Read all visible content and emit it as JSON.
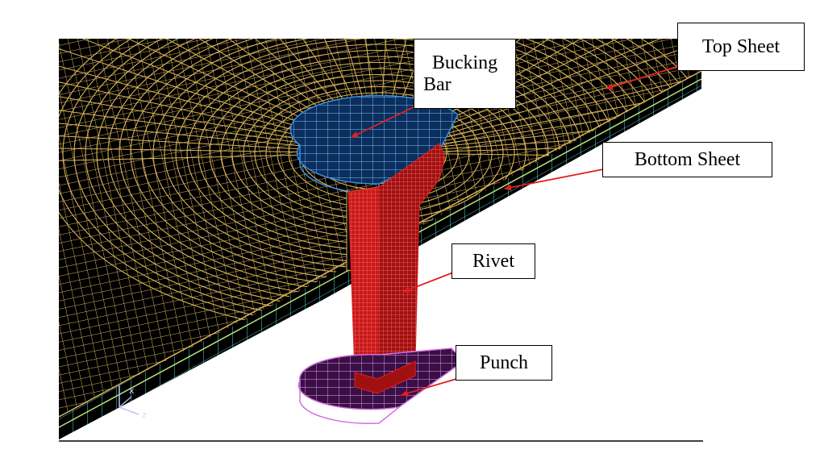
{
  "labels": {
    "top_sheet": "Top Sheet",
    "bucking_bar_line1": "Bucking",
    "bucking_bar_line2": "Bar",
    "bottom_sheet": "Bottom Sheet",
    "rivet": "Rivet",
    "punch": "Punch"
  },
  "axis": {
    "z": "z",
    "x": "x"
  },
  "colors": {
    "background": "#000000",
    "top_sheet_mesh": "#d9b45a",
    "bottom_sheet_mesh": "#4dd0d0",
    "bucking_bar_mesh": "#3a8fe0",
    "rivet_mesh": "#e02020",
    "punch_mesh": "#d070e0",
    "arrow": "#e02020"
  }
}
